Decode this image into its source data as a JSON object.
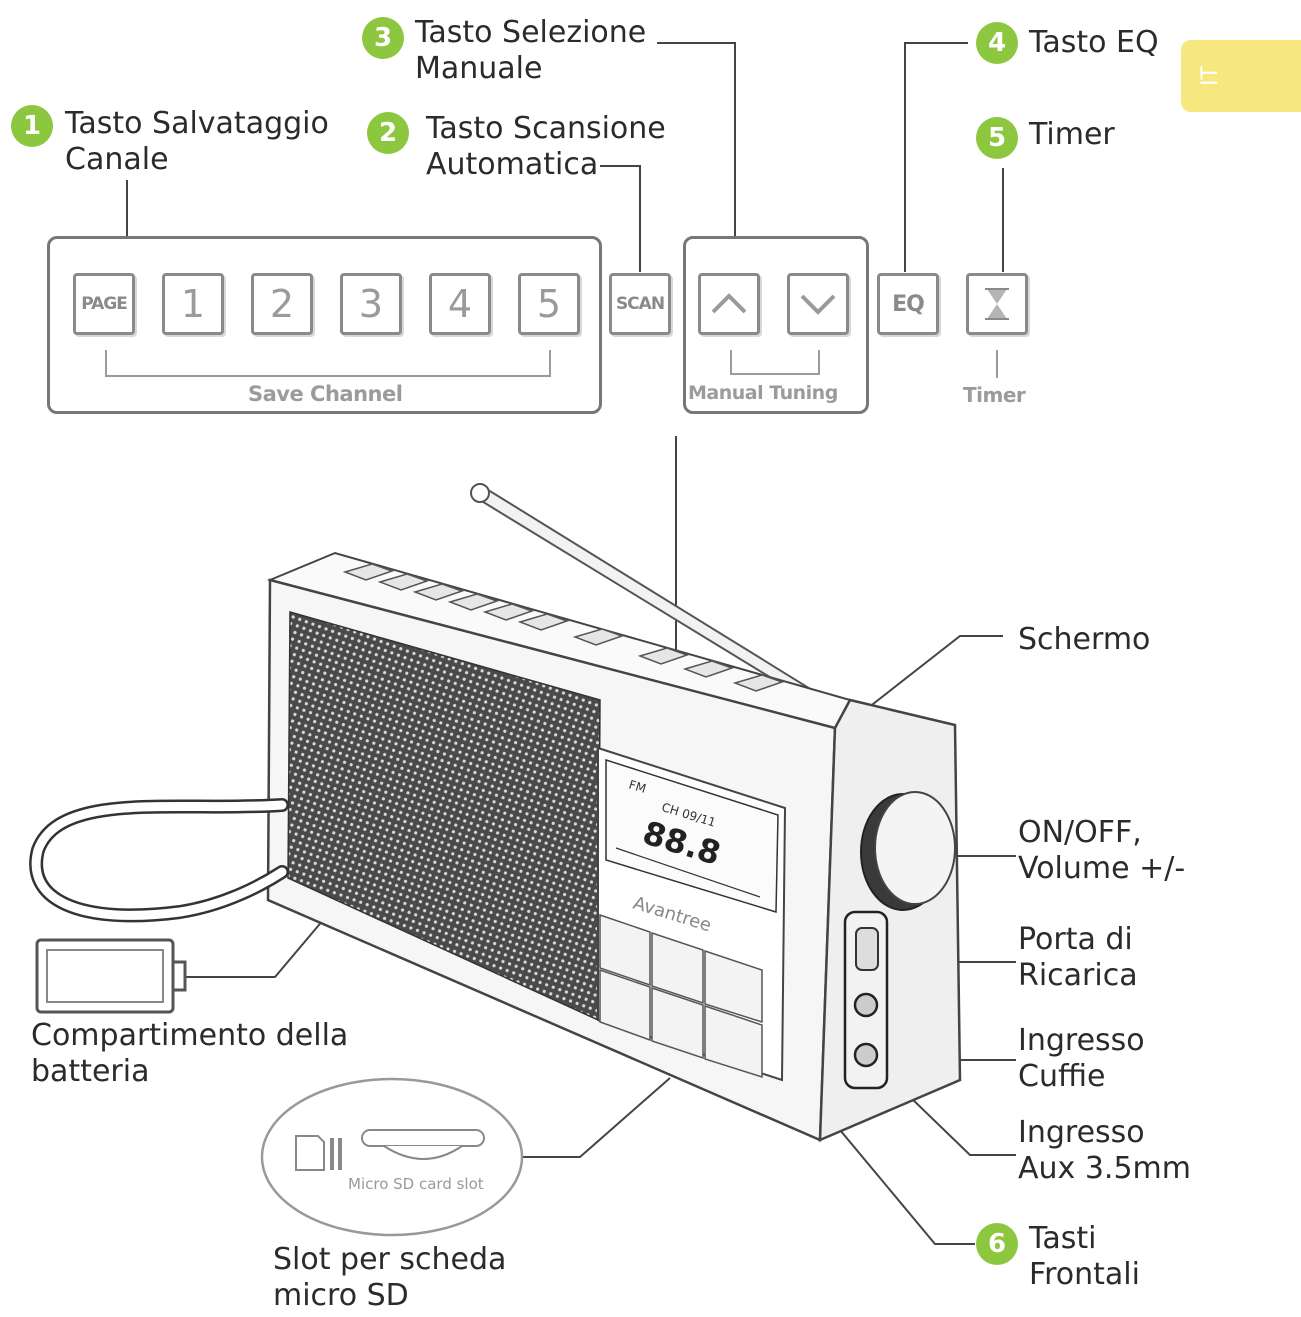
{
  "callouts": {
    "c1": {
      "number": "1",
      "line1": "Tasto Salvataggio",
      "line2": "Canale"
    },
    "c2": {
      "number": "2",
      "line1": "Tasto Scansione",
      "line2": "Automatica"
    },
    "c3": {
      "number": "3",
      "line1": "Tasto Selezione",
      "line2": "Manuale"
    },
    "c4": {
      "number": "4",
      "line1": "Tasto EQ"
    },
    "c5": {
      "number": "5",
      "line1": "Timer"
    },
    "c6": {
      "number": "6",
      "line1": "Tasti",
      "line2": "Frontali"
    }
  },
  "panel": {
    "keys": [
      "PAGE",
      "1",
      "2",
      "3",
      "4",
      "5"
    ],
    "save_channel": "Save Channel",
    "scan": "SCAN",
    "manual_tuning": "Manual Tuning",
    "eq": "EQ",
    "timer": "Timer",
    "up_glyph": "︿",
    "down_glyph": "﹀",
    "hourglass_glyph": "⧗"
  },
  "parts": {
    "schermo": "Schermo",
    "onoff_1": "ON/OFF,",
    "onoff_2": "Volume +/-",
    "porta_1": "Porta di",
    "porta_2": "Ricarica",
    "cuffie_1": "Ingresso",
    "cuffie_2": "Cuffie",
    "aux_1": "Ingresso",
    "aux_2": "Aux 3.5mm",
    "batteria_1": "Compartimento della",
    "batteria_2": "batteria",
    "sd_1": "Slot per scheda",
    "sd_2": "micro SD",
    "sd_caption": "Micro SD card slot"
  },
  "radio": {
    "band": "FM",
    "channel": "CH 09/11",
    "frequency": "88.8",
    "brand": "Avantree"
  },
  "colors": {
    "badge": "#8dc63f",
    "tab": "#f7e77f",
    "tab_text": "IT"
  },
  "tab": {
    "text": "IT"
  }
}
